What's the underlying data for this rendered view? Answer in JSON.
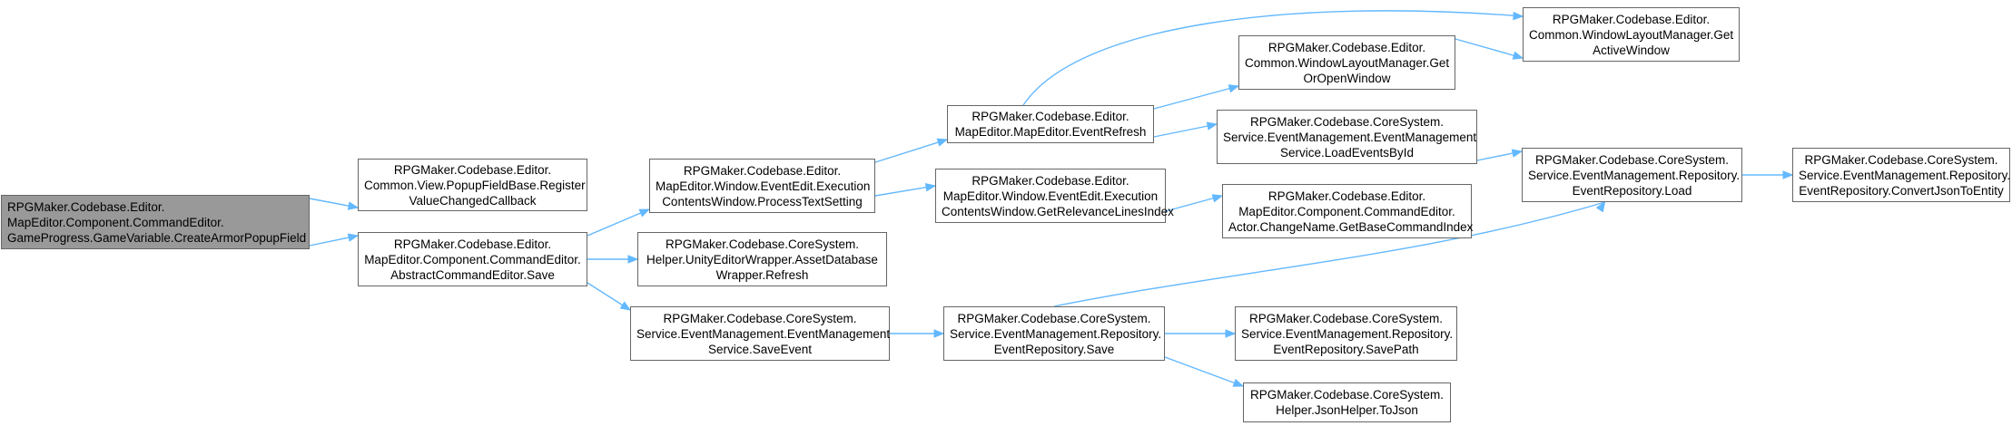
{
  "diagram": {
    "edge_color": "#63b8ff",
    "root_fill": "#999999",
    "node_border": "#666666",
    "nodes": [
      {
        "id": "n0",
        "lines": [
          "RPGMaker.Codebase.Editor.",
          "MapEditor.Component.CommandEditor.",
          "GameProgress.GameVariable.CreateArmorPopupField"
        ]
      },
      {
        "id": "n1",
        "lines": [
          "RPGMaker.Codebase.Editor.",
          "Common.View.PopupFieldBase.Register",
          "ValueChangedCallback"
        ]
      },
      {
        "id": "n2",
        "lines": [
          "RPGMaker.Codebase.Editor.",
          "MapEditor.Component.CommandEditor.",
          "AbstractCommandEditor.Save"
        ]
      },
      {
        "id": "n3",
        "lines": [
          "RPGMaker.Codebase.Editor.",
          "MapEditor.Window.EventEdit.Execution",
          "ContentsWindow.ProcessTextSetting"
        ]
      },
      {
        "id": "n4",
        "lines": [
          "RPGMaker.Codebase.CoreSystem.",
          "Helper.UnityEditorWrapper.AssetDatabase",
          "Wrapper.Refresh"
        ]
      },
      {
        "id": "n5",
        "lines": [
          "RPGMaker.Codebase.CoreSystem.",
          "Service.EventManagement.EventManagement",
          "Service.SaveEvent"
        ]
      },
      {
        "id": "n6",
        "lines": [
          "RPGMaker.Codebase.Editor.",
          "MapEditor.MapEditor.EventRefresh"
        ]
      },
      {
        "id": "n7",
        "lines": [
          "RPGMaker.Codebase.Editor.",
          "MapEditor.Window.EventEdit.Execution",
          "ContentsWindow.GetRelevanceLinesIndex"
        ]
      },
      {
        "id": "n8",
        "lines": [
          "RPGMaker.Codebase.CoreSystem.",
          "Service.EventManagement.Repository.",
          "EventRepository.Save"
        ]
      },
      {
        "id": "n9",
        "lines": [
          "RPGMaker.Codebase.Editor.",
          "Common.WindowLayoutManager.Get",
          "OrOpenWindow"
        ]
      },
      {
        "id": "n10",
        "lines": [
          "RPGMaker.Codebase.CoreSystem.",
          "Service.EventManagement.EventManagement",
          "Service.LoadEventsById"
        ]
      },
      {
        "id": "n11",
        "lines": [
          "RPGMaker.Codebase.Editor.",
          "MapEditor.Component.CommandEditor.",
          "Actor.ChangeName.GetBaseCommandIndex"
        ]
      },
      {
        "id": "n12",
        "lines": [
          "RPGMaker.Codebase.CoreSystem.",
          "Service.EventManagement.Repository.",
          "EventRepository.SavePath"
        ]
      },
      {
        "id": "n13",
        "lines": [
          "RPGMaker.Codebase.CoreSystem.",
          "Helper.JsonHelper.ToJson"
        ]
      },
      {
        "id": "n14",
        "lines": [
          "RPGMaker.Codebase.Editor.",
          "Common.WindowLayoutManager.Get",
          "ActiveWindow"
        ]
      },
      {
        "id": "n15",
        "lines": [
          "RPGMaker.Codebase.CoreSystem.",
          "Service.EventManagement.Repository.",
          "EventRepository.Load"
        ]
      },
      {
        "id": "n16",
        "lines": [
          "RPGMaker.Codebase.CoreSystem.",
          "Service.EventManagement.Repository.",
          "EventRepository.ConvertJsonToEntity"
        ]
      }
    ],
    "edges": [
      [
        "n0",
        "n1"
      ],
      [
        "n0",
        "n2"
      ],
      [
        "n2",
        "n3"
      ],
      [
        "n2",
        "n4"
      ],
      [
        "n2",
        "n5"
      ],
      [
        "n3",
        "n6"
      ],
      [
        "n3",
        "n7"
      ],
      [
        "n5",
        "n8"
      ],
      [
        "n6",
        "n9"
      ],
      [
        "n6",
        "n10"
      ],
      [
        "n6",
        "n14"
      ],
      [
        "n7",
        "n11"
      ],
      [
        "n8",
        "n12"
      ],
      [
        "n8",
        "n13"
      ],
      [
        "n8",
        "n15"
      ],
      [
        "n9",
        "n14"
      ],
      [
        "n10",
        "n15"
      ],
      [
        "n15",
        "n16"
      ]
    ]
  }
}
